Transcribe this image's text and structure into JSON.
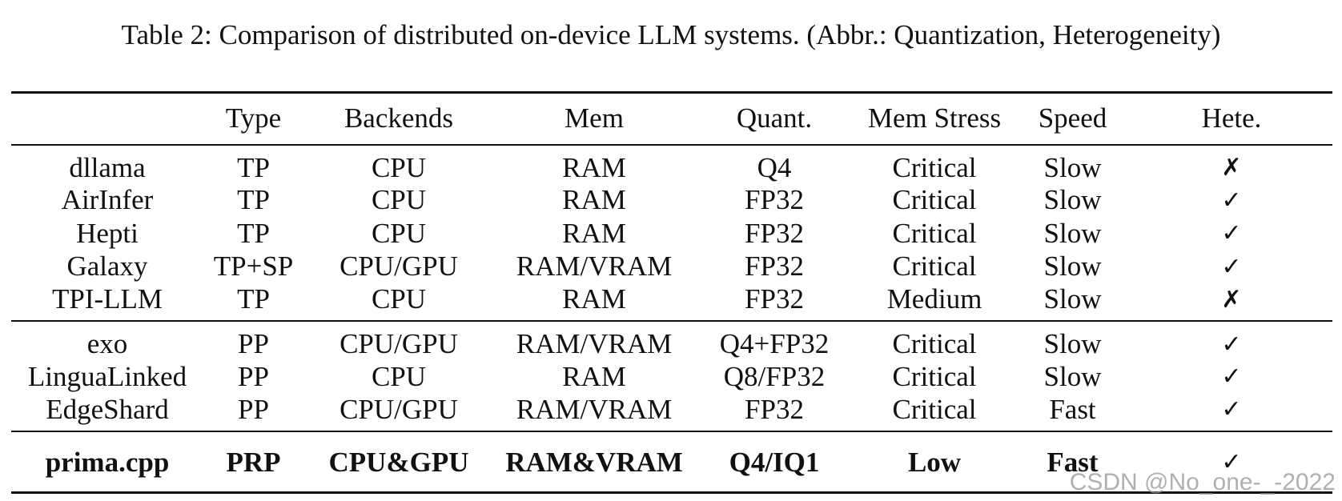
{
  "caption": "Table 2: Comparison of distributed on-device LLM systems. (Abbr.: Quantization, Heterogeneity)",
  "table": {
    "headers": [
      "",
      "Type",
      "Backends",
      "Mem",
      "Quant.",
      "Mem Stress",
      "Speed",
      "Hete."
    ],
    "groups": [
      [
        [
          "dllama",
          "TP",
          "CPU",
          "RAM",
          "Q4",
          "Critical",
          "Slow",
          "✗"
        ],
        [
          "AirInfer",
          "TP",
          "CPU",
          "RAM",
          "FP32",
          "Critical",
          "Slow",
          "✓"
        ],
        [
          "Hepti",
          "TP",
          "CPU",
          "RAM",
          "FP32",
          "Critical",
          "Slow",
          "✓"
        ],
        [
          "Galaxy",
          "TP+SP",
          "CPU/GPU",
          "RAM/VRAM",
          "FP32",
          "Critical",
          "Slow",
          "✓"
        ],
        [
          "TPI-LLM",
          "TP",
          "CPU",
          "RAM",
          "FP32",
          "Medium",
          "Slow",
          "✗"
        ]
      ],
      [
        [
          "exo",
          "PP",
          "CPU/GPU",
          "RAM/VRAM",
          "Q4+FP32",
          "Critical",
          "Slow",
          "✓"
        ],
        [
          "LinguaLinked",
          "PP",
          "CPU",
          "RAM",
          "Q8/FP32",
          "Critical",
          "Slow",
          "✓"
        ],
        [
          "EdgeShard",
          "PP",
          "CPU/GPU",
          "RAM/VRAM",
          "FP32",
          "Critical",
          "Fast",
          "✓"
        ]
      ],
      [
        [
          "prima.cpp",
          "PRP",
          "CPU&GPU",
          "RAM&VRAM",
          "Q4/IQ1",
          "Low",
          "Fast",
          "✓"
        ]
      ]
    ]
  },
  "watermark": "CSDN @No_one-_-2022"
}
